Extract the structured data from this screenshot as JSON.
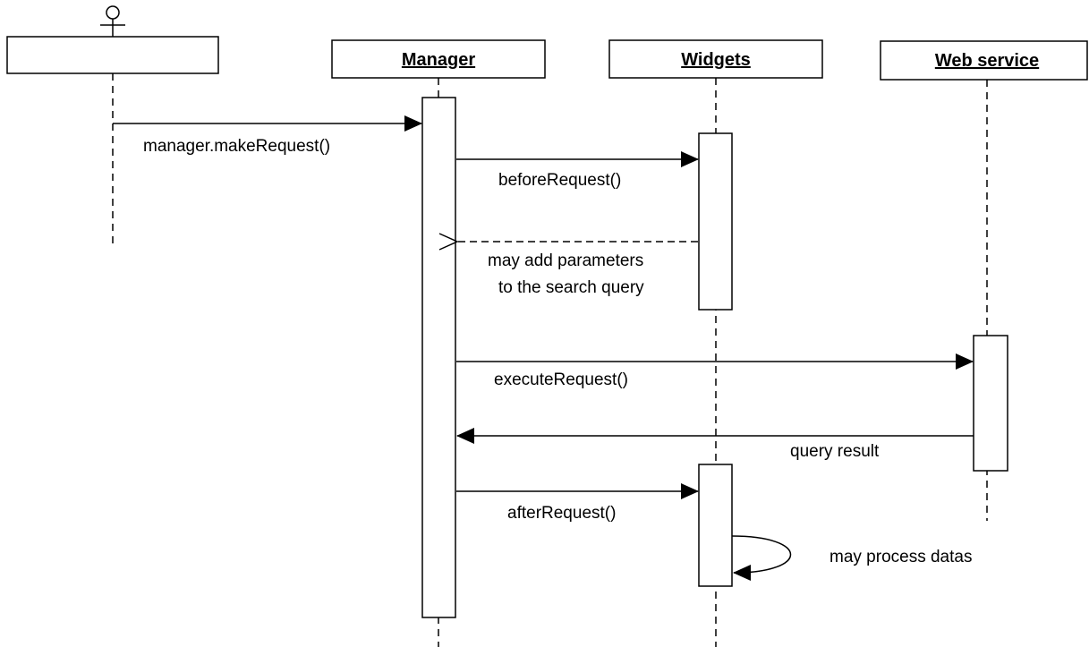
{
  "diagram": {
    "participants": {
      "actor": "",
      "manager": "Manager",
      "widgets": "Widgets",
      "web_service": "Web service"
    },
    "messages": {
      "make_request": "manager.makeRequest()",
      "before_request": "beforeRequest()",
      "add_params_line1": "may add parameters",
      "add_params_line2": "to the search query",
      "execute_request": "executeRequest()",
      "query_result": "query result",
      "after_request": "afterRequest()",
      "process_datas": "may process datas"
    }
  }
}
